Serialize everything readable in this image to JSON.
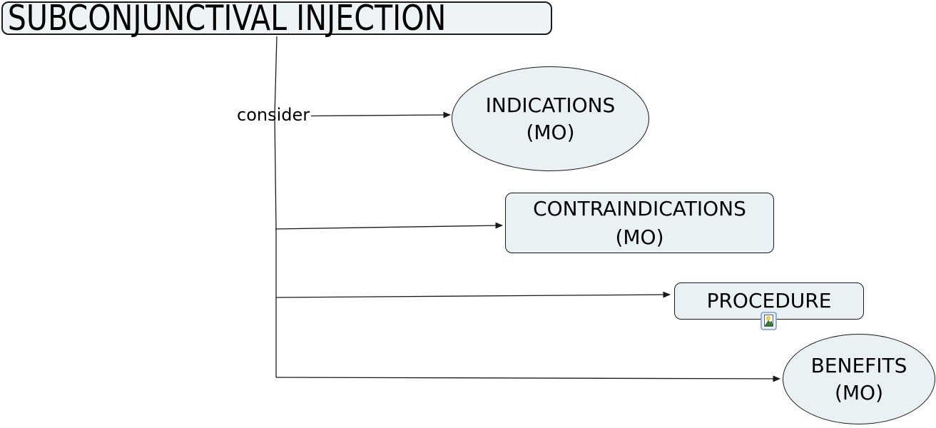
{
  "diagram": {
    "title": "SUBCONJUNCTIVAL INJECTION",
    "connector_label": "consider",
    "nodes": {
      "indications": {
        "line1": "INDICATIONS",
        "line2": "(MO)",
        "shape": "ellipse"
      },
      "contraindications": {
        "line1": "CONTRAINDICATIONS",
        "line2": "(MO)",
        "shape": "rounded-rect"
      },
      "procedure": {
        "line1": "PROCEDURE",
        "shape": "rounded-rect",
        "has_image_attachment": true
      },
      "benefits": {
        "line1": "BENEFITS",
        "line2": "(MO)",
        "shape": "ellipse"
      }
    },
    "icons": {
      "image_attachment": "image-attachment-icon"
    },
    "colors": {
      "node_fill": "#eaf1f4",
      "title_fill": "#eef4f6",
      "node_border": "#1a1a1a",
      "line": "#1a1a1a",
      "background": "#ffffff",
      "icon_frame_blue": "#7a9cc6",
      "icon_sun_yellow": "#f6d32d",
      "icon_mountain_green": "#3a7d2c"
    }
  }
}
